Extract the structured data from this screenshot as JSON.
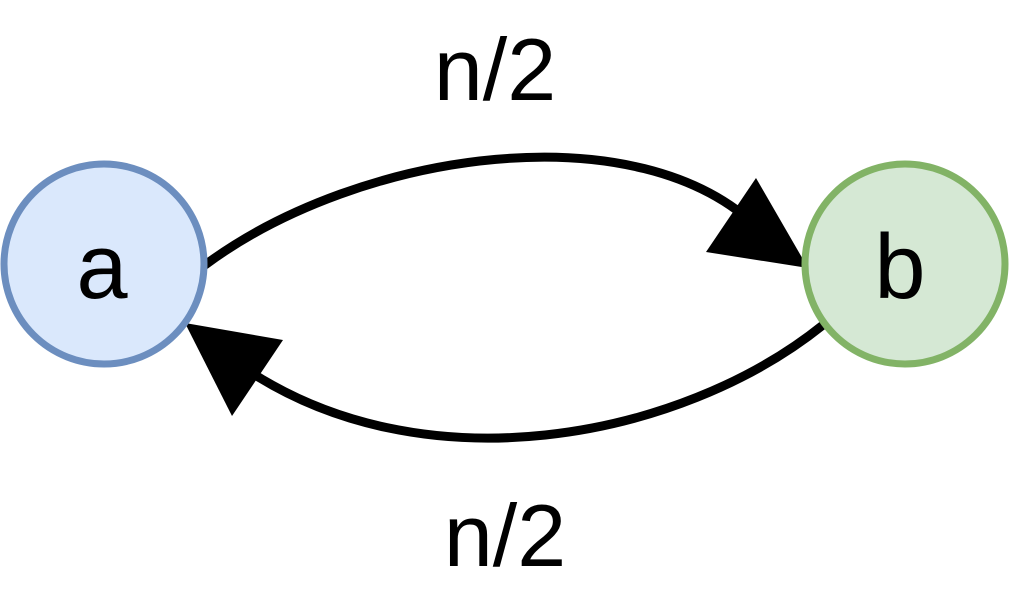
{
  "nodes": {
    "a": {
      "label": "a",
      "fill": "#dae8fc",
      "stroke": "#6c8ebf"
    },
    "b": {
      "label": "b",
      "fill": "#d5e8d4",
      "stroke": "#82b366"
    }
  },
  "edges": {
    "a_to_b": {
      "label": "n/2",
      "from": "a",
      "to": "b"
    },
    "b_to_a": {
      "label": "n/2",
      "from": "b",
      "to": "a"
    }
  },
  "colors": {
    "edge": "#000000"
  }
}
